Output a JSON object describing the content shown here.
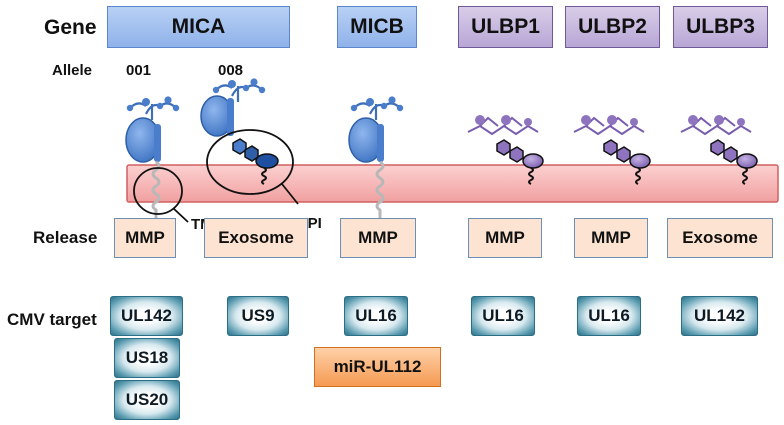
{
  "row_labels": {
    "gene": "Gene",
    "allele": "Allele",
    "release": "Release",
    "cmv_target": "CMV target"
  },
  "genes": [
    "MICA",
    "MICB",
    "ULBP1",
    "ULBP2",
    "ULBP3"
  ],
  "alleles": [
    "001",
    "008"
  ],
  "annotations": {
    "tm": "TM",
    "gpi": "GPI"
  },
  "release": [
    "MMP",
    "Exosome",
    "MMP",
    "MMP",
    "MMP",
    "Exosome"
  ],
  "cmv_targets": {
    "mica_001": [
      "UL142",
      "US18",
      "US20"
    ],
    "mica_008": [
      "US9"
    ],
    "micb": [
      "UL16"
    ],
    "ulbp1": [
      "UL16"
    ],
    "ulbp2": [
      "UL16"
    ],
    "ulbp3": [
      "UL142"
    ]
  },
  "mirna": "miR-UL112",
  "colors": {
    "mic_protein": "#5b8fd6",
    "ulbp_protein": "#8e74be",
    "membrane": "#f7b8b8",
    "release_box": "#fde4d2",
    "mirna_box": "#f59a52"
  }
}
